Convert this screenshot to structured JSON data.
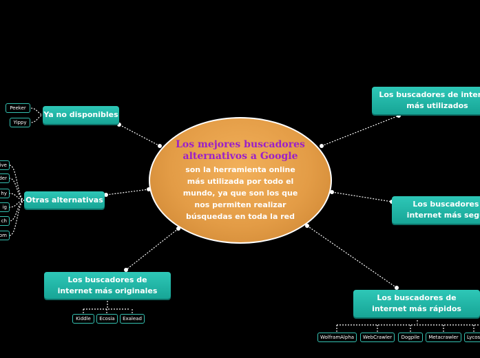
{
  "center": {
    "title": "Los mejores buscadores alternativos a Google",
    "description": "son la herramienta online más utilizada por todo el mundo, ya que son los que nos permiten realizar búsquedas en toda la red"
  },
  "branches": {
    "ya_no_disponibles": {
      "label": "Ya no disponibles",
      "leaves": [
        "Peeker",
        "Yippy"
      ]
    },
    "otras_alternativas": {
      "label": "Otras alternativas",
      "leaves": [
        "ive",
        "der",
        "hy",
        "ig",
        "ch",
        "om"
      ]
    },
    "mas_utilizados": {
      "label": "Los buscadores de internet más utilizados"
    },
    "mas_seguros": {
      "label": "Los buscadores de internet más seguros"
    },
    "mas_originales": {
      "label": "Los buscadores de internet más originales",
      "leaves": [
        "Kiddle",
        "Ecosia",
        "Exalead"
      ]
    },
    "mas_rapidos": {
      "label": "Los buscadores de internet más rápidos",
      "leaves": [
        "WolframAlpha",
        "WebCrawler",
        "Dogpile",
        "Metacrawler",
        "Lycos"
      ]
    }
  },
  "colors": {
    "background": "#000000",
    "node": "#22b8a8",
    "center": "#e39c46",
    "title": "#9b1fc9",
    "connector": "#ffffff"
  }
}
